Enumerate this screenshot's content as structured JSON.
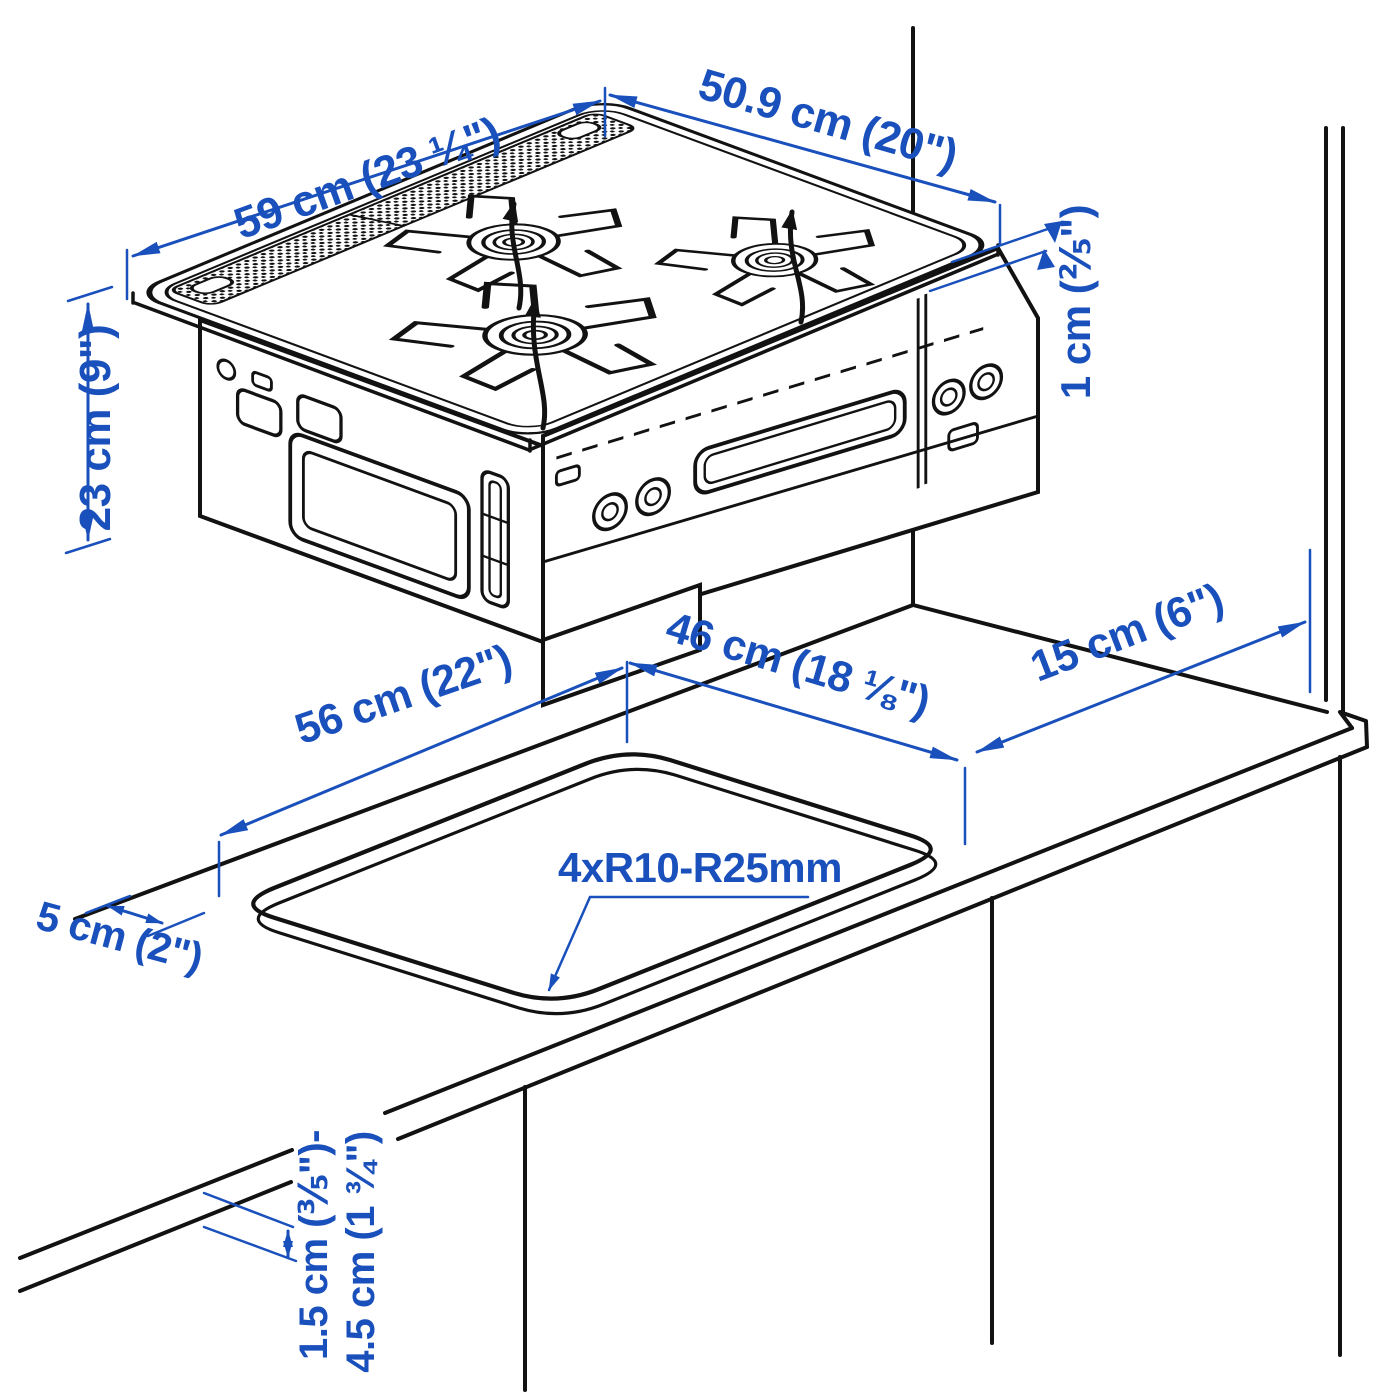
{
  "diagram": {
    "kind": "installation-dimension-diagram",
    "product": "3-burner gas cooktop with countertop cutout",
    "accent_color": "#1a50bc",
    "line_color": "#121212",
    "background_color": "#ffffff"
  },
  "labels": {
    "cooktop_width": "59 cm (23 ¼\")",
    "cooktop_depth": "50.9 cm (20\")",
    "cooktop_height": "23 cm (9\")",
    "glass_thickness": "1 cm (⅖\")",
    "cutout_length": "56 cm (22\")",
    "cutout_depth": "46 cm (18 ⅛\")",
    "side_clearance": "15 cm (6\")",
    "back_clearance": "5 cm (2\")",
    "corner_radius": "4xR10-R25mm",
    "worktop_thickness_line1": "1.5 cm (⅗\")-",
    "worktop_thickness_line2": "4.5 cm (1 ¾\")"
  }
}
